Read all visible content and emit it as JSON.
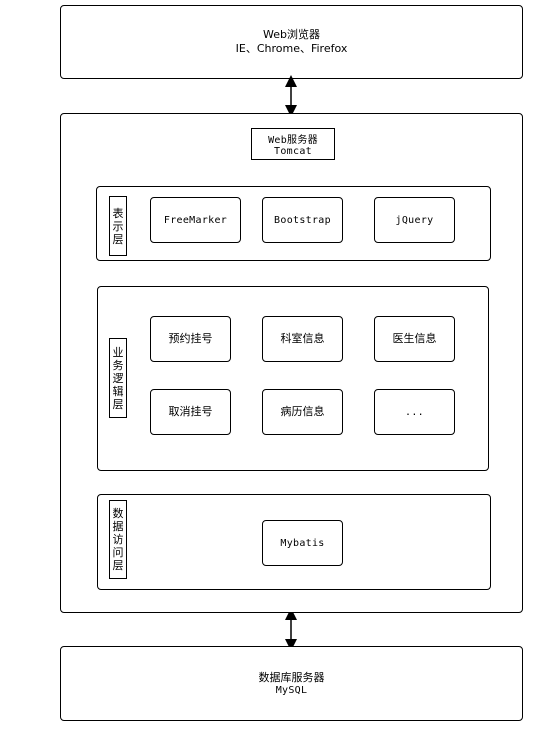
{
  "browser": {
    "title": "Web浏览器",
    "subtitle": "IE、Chrome、Firefox"
  },
  "web_server": {
    "title": "Web服务器",
    "subtitle": "Tomcat"
  },
  "presentation_layer": {
    "label_chars": [
      "表",
      "示",
      "层"
    ],
    "items": [
      "FreeMarker",
      "Bootstrap",
      "jQuery"
    ]
  },
  "business_layer": {
    "label_chars": [
      "业",
      "务",
      "逻",
      "辑",
      "层"
    ],
    "items": [
      "预约挂号",
      "科室信息",
      "医生信息",
      "取消挂号",
      "病历信息",
      "..."
    ]
  },
  "data_access_layer": {
    "label_chars": [
      "数",
      "据",
      "访",
      "问",
      "层"
    ],
    "items": [
      "Mybatis"
    ]
  },
  "db_server": {
    "title": "数据库服务器",
    "subtitle": "MySQL"
  }
}
